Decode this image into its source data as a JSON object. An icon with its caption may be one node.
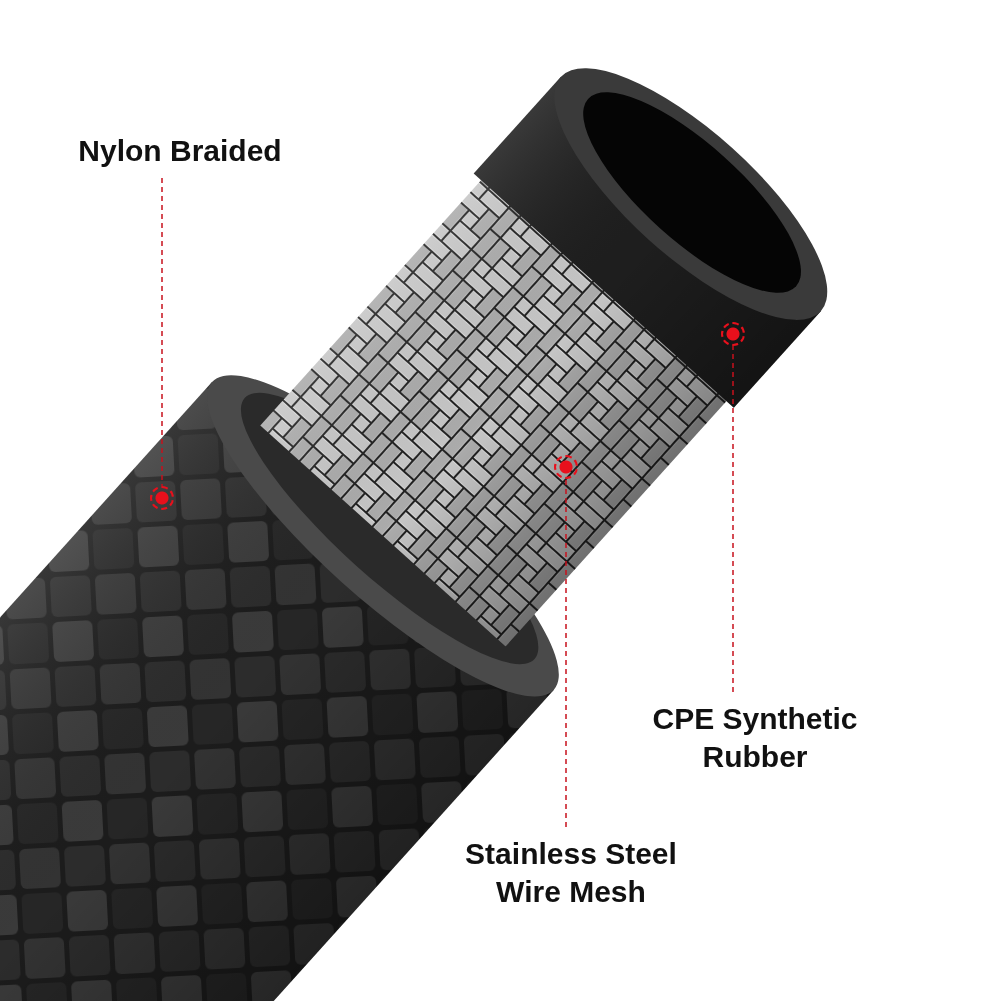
{
  "diagram": {
    "nodes": [
      {
        "text": [
          "Nylon Braided"
        ]
      },
      {
        "text": [],
        "shape": "circle"
      },
      {
        "text": [
          "Stainless Steel Wire Mesh"
        ]
      },
      {
        "text": [],
        "shape": "circle"
      },
      {
        "text": [
          "CPE Synthetic Rubber"
        ]
      },
      {
        "text": [],
        "shape": "circle"
      }
    ],
    "edges": [
      {
        "from": 0,
        "to": 1,
        "arrow": "none",
        "style": "dashed"
      },
      {
        "from": 2,
        "to": 3,
        "arrow": "none",
        "style": "dashed"
      },
      {
        "from": 4,
        "to": 5,
        "arrow": "none",
        "style": "dashed"
      }
    ]
  }
}
